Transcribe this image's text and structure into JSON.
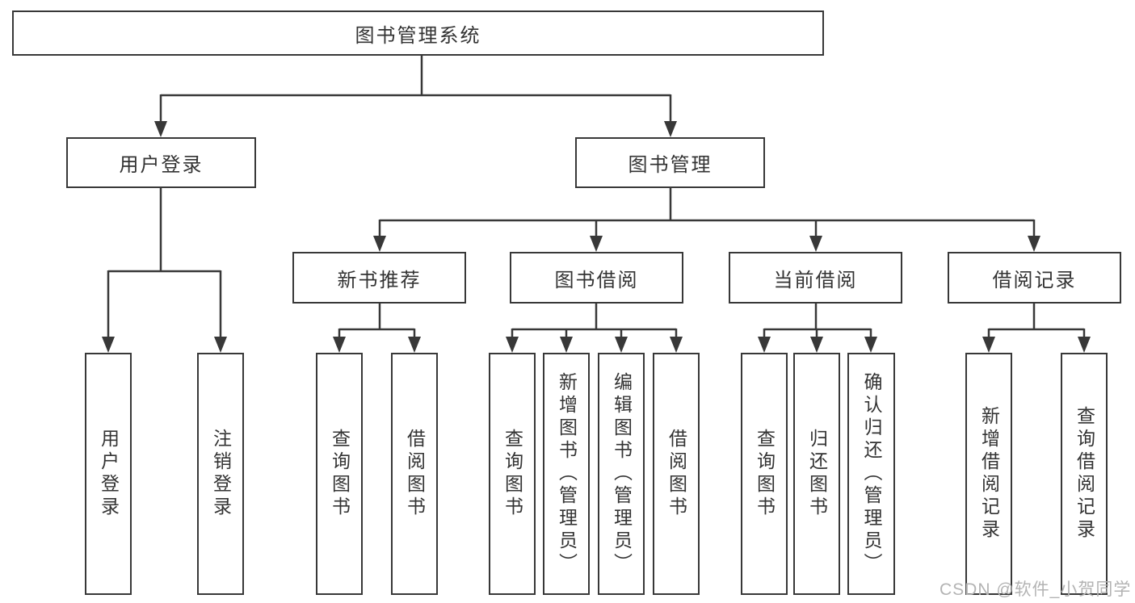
{
  "diagram": {
    "type": "hierarchy-tree",
    "colors": {
      "line": "#383838",
      "text": "#333333",
      "box_bg": "#ffffff",
      "watermark": "#b3b3b3"
    },
    "watermark": "CSDN @软件_小贺同学",
    "nodes": {
      "root": {
        "label": "图书管理系统",
        "level": 1
      },
      "user_login": {
        "label": "用户登录",
        "level": 2,
        "parent": "root"
      },
      "book_mgmt": {
        "label": "图书管理",
        "level": 2,
        "parent": "root"
      },
      "new_book_rec": {
        "label": "新书推荐",
        "level": 3,
        "parent": "book_mgmt"
      },
      "book_borrow": {
        "label": "图书借阅",
        "level": 3,
        "parent": "book_mgmt"
      },
      "current_borrow": {
        "label": "当前借阅",
        "level": 3,
        "parent": "book_mgmt"
      },
      "borrow_record": {
        "label": "借阅记录",
        "level": 3,
        "parent": "book_mgmt"
      },
      "leaf_user_login": {
        "label": "用户登录",
        "level": 4,
        "parent": "user_login"
      },
      "leaf_logout": {
        "label": "注销登录",
        "level": 4,
        "parent": "user_login"
      },
      "leaf_query_book_1": {
        "label": "查询图书",
        "level": 4,
        "parent": "new_book_rec"
      },
      "leaf_borrow_book_1": {
        "label": "借阅图书",
        "level": 4,
        "parent": "new_book_rec"
      },
      "leaf_query_book_2": {
        "label": "查询图书",
        "level": 4,
        "parent": "book_borrow"
      },
      "leaf_add_book": {
        "label": "新增图书（管理员）",
        "level": 4,
        "parent": "book_borrow"
      },
      "leaf_edit_book": {
        "label": "编辑图书（管理员）",
        "level": 4,
        "parent": "book_borrow"
      },
      "leaf_borrow_book_2": {
        "label": "借阅图书",
        "level": 4,
        "parent": "book_borrow"
      },
      "leaf_query_book_3": {
        "label": "查询图书",
        "level": 4,
        "parent": "current_borrow"
      },
      "leaf_return_book": {
        "label": "归还图书",
        "level": 4,
        "parent": "current_borrow"
      },
      "leaf_confirm_return": {
        "label": "确认归还（管理员）",
        "level": 4,
        "parent": "current_borrow"
      },
      "leaf_add_borrow_record": {
        "label": "新增借阅记录",
        "level": 4,
        "parent": "borrow_record"
      },
      "leaf_query_borrow_record": {
        "label": "查询借阅记录",
        "level": 4,
        "parent": "borrow_record"
      }
    }
  }
}
